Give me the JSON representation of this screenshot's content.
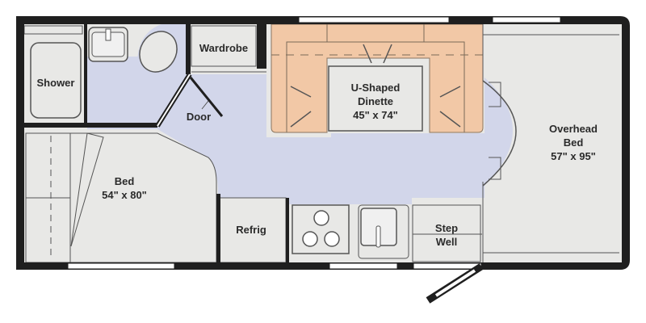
{
  "floorplan": {
    "colors": {
      "wall": "#1f1f1f",
      "room_fill": "#e8e8e6",
      "aisle_fill": "#d2d6ea",
      "dinette_fill": "#f2c8a6",
      "line": "#555555",
      "window": "#ffffff"
    },
    "rooms": {
      "shower": {
        "label": "Shower"
      },
      "wardrobe": {
        "label": "Wardrobe"
      },
      "door": {
        "label": "Door"
      },
      "dinette": {
        "line1": "U-Shaped",
        "line2": "Dinette",
        "dims": "45\" x 74\""
      },
      "overhead_bed": {
        "line1": "Overhead",
        "line2": "Bed",
        "dims": "57\" x 95\""
      },
      "bed": {
        "line1": "Bed",
        "dims": "54\" x 80\""
      },
      "refrig": {
        "label": "Refrig"
      },
      "step_well": {
        "line1": "Step",
        "line2": "Well"
      }
    }
  }
}
